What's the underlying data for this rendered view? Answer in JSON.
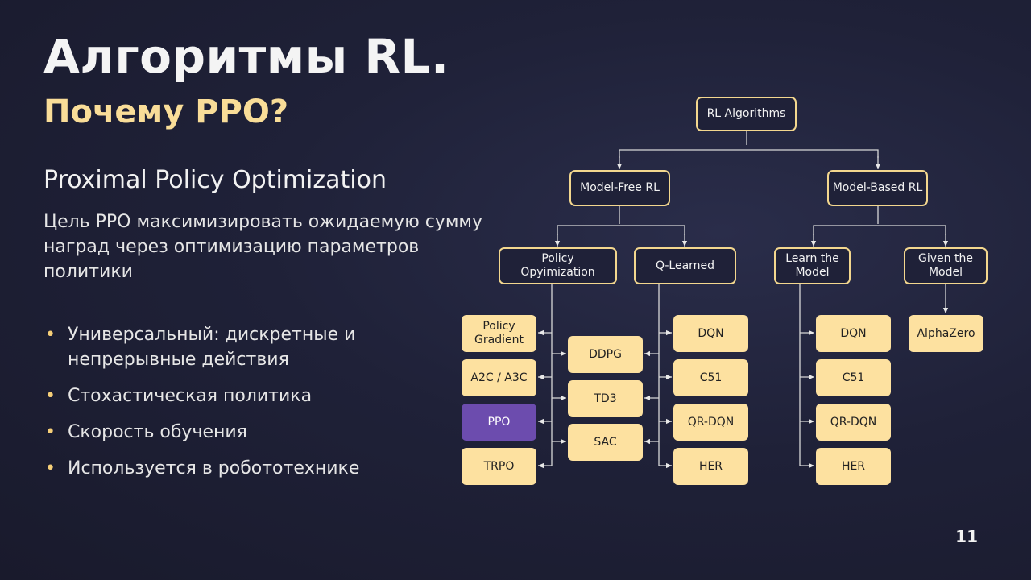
{
  "slide": {
    "title": "Алгоритмы RL.",
    "subtitle": "Почему PPO?",
    "heading": "Proximal Policy Optimization",
    "description": "Цель PPO максимизировать ожидаемую сумму наград через оптимизацию параметров политики",
    "bullets": [
      "Универсальный: дискретные и непрерывные действия",
      "Стохастическая политика",
      "Скорость обучения",
      "Используется в робототехнике"
    ],
    "bullet_marker": "•",
    "page_number": "11"
  },
  "diagram": {
    "root": "RL Algorithms",
    "model_free": "Model-Free RL",
    "model_based": "Model-Based RL",
    "policy_opt": "Policy\nOpyimization",
    "q_learned": "Q-Learned",
    "learn_model": "Learn the\nModel",
    "given_model": "Given the\nModel",
    "policy_opt_items": [
      "Policy\nGradient",
      "A2C / A3C",
      "PPO",
      "TRPO"
    ],
    "hybrid_items": [
      "DDPG",
      "TD3",
      "SAC"
    ],
    "q_items": [
      "DQN",
      "C51",
      "QR-DQN",
      "HER"
    ],
    "learn_items": [
      "DQN",
      "C51",
      "QR-DQN",
      "HER"
    ],
    "given_items": [
      "AlphaZero"
    ],
    "colors": {
      "outline": "#f3d78e",
      "fill": "#fde1a0",
      "highlight": "#6c4cae",
      "accent": "#f9dd98"
    }
  }
}
